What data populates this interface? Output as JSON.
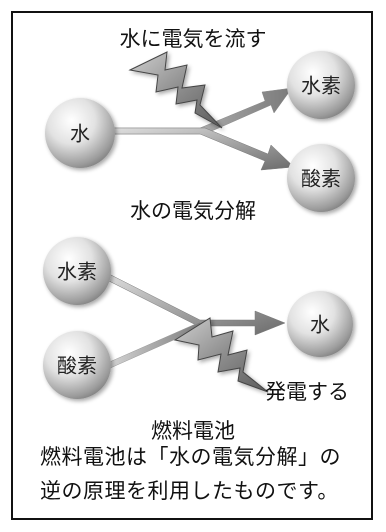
{
  "top_section": {
    "process_label": "水に電気を流す",
    "input_sphere": "水",
    "output_sphere_1": "水素",
    "output_sphere_2": "酸素",
    "caption": "水の電気分解"
  },
  "bottom_section": {
    "input_sphere_1": "水素",
    "input_sphere_2": "酸素",
    "output_sphere": "水",
    "process_label": "発電する",
    "caption": "燃料電池"
  },
  "note": {
    "line1": "燃料電池は「水の電気分解」の",
    "line2": "逆の原理を利用したものです。"
  },
  "colors": {
    "sphere_light": "#fafafa",
    "sphere_dark": "#8a8a8a",
    "bolt_fill": "#9a9a9a",
    "arrow_light": "#d0d0d0",
    "arrow_dark": "#6a6a6a",
    "border": "#111111"
  }
}
